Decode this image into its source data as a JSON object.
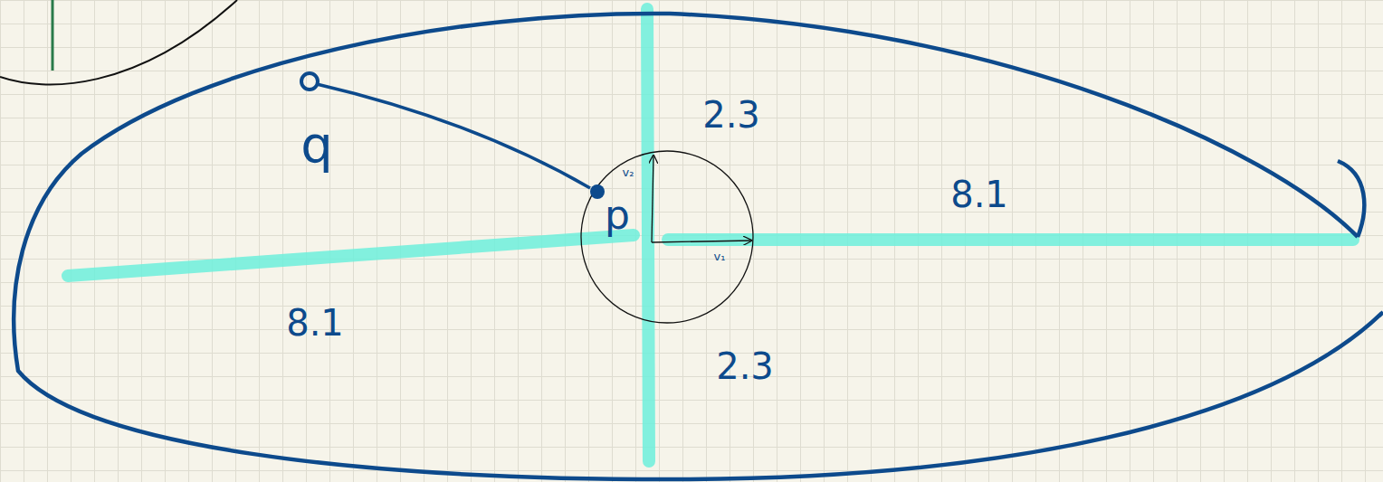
{
  "diagram": {
    "labels": [
      "2.3",
      "q",
      "v₂",
      "8.1",
      "p",
      "v₁",
      "8.1",
      "2.3"
    ]
  }
}
